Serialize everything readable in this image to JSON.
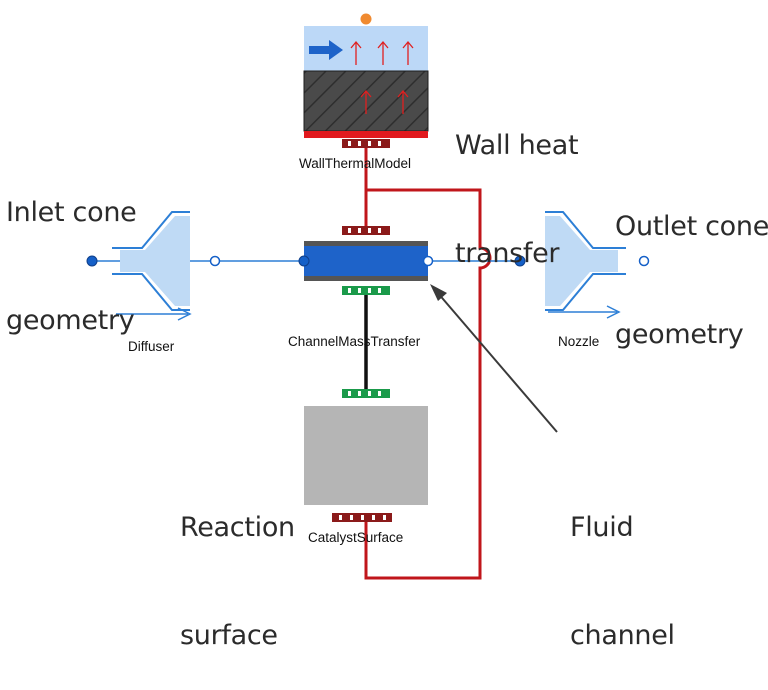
{
  "annotations": {
    "wall_heat": [
      "Wall heat",
      "transfer"
    ],
    "inlet": [
      "Inlet cone",
      "geometry"
    ],
    "outlet": [
      "Outlet cone",
      "geometry"
    ],
    "reaction": [
      "Reaction",
      "surface"
    ],
    "fluid": [
      "Fluid",
      "channel"
    ]
  },
  "components": {
    "wall": "WallThermalModel",
    "diffuser": "Diffuser",
    "channel": "ChannelMassTransfer",
    "nozzle": "Nozzle",
    "catalyst": "CatalystSurface"
  },
  "colors": {
    "thermal_connector": "#8b1a1a",
    "thermal_line": "#c0161b",
    "mass_connector": "#1a9a4a",
    "fluid_connector": "#1560c8",
    "fluid_line": "#2d7fd6",
    "cone_fill": "#bfdaf5",
    "channel_fill": "#1e63c9",
    "catalyst_fill": "#b5b5b5",
    "wall_fill": "#4a4a4a",
    "heat_marker": "#f08a30"
  }
}
